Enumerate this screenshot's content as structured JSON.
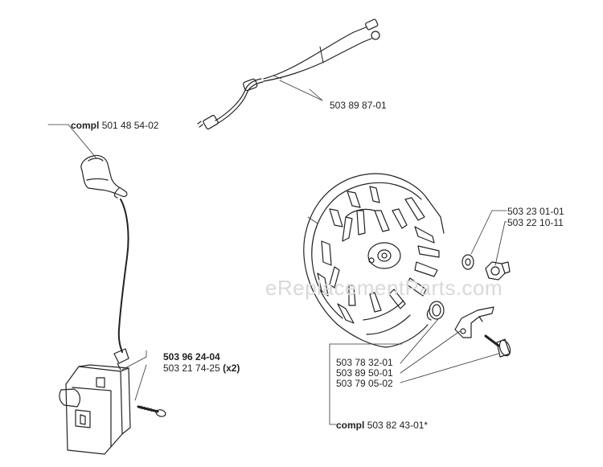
{
  "watermark": "eReplacementParts.com",
  "labels": {
    "wire_harness": "503 89 87-01",
    "boot_prefix": "compl",
    "boot": "501 48 54-02",
    "washer": "503 23 01-01",
    "nut": "503 22 10-11",
    "module": "503 96 24-04",
    "screw": "503 21 74-25",
    "screw_qty": "(x2)",
    "spring": "503 78 32-01",
    "pawl": "503 89 50-01",
    "pin": "503 79 05-02",
    "assembly_prefix": "compl",
    "assembly": "503 82 43-01*"
  },
  "colors": {
    "line": "#222222",
    "label": "#222222",
    "watermark": "#d9d9d9"
  }
}
